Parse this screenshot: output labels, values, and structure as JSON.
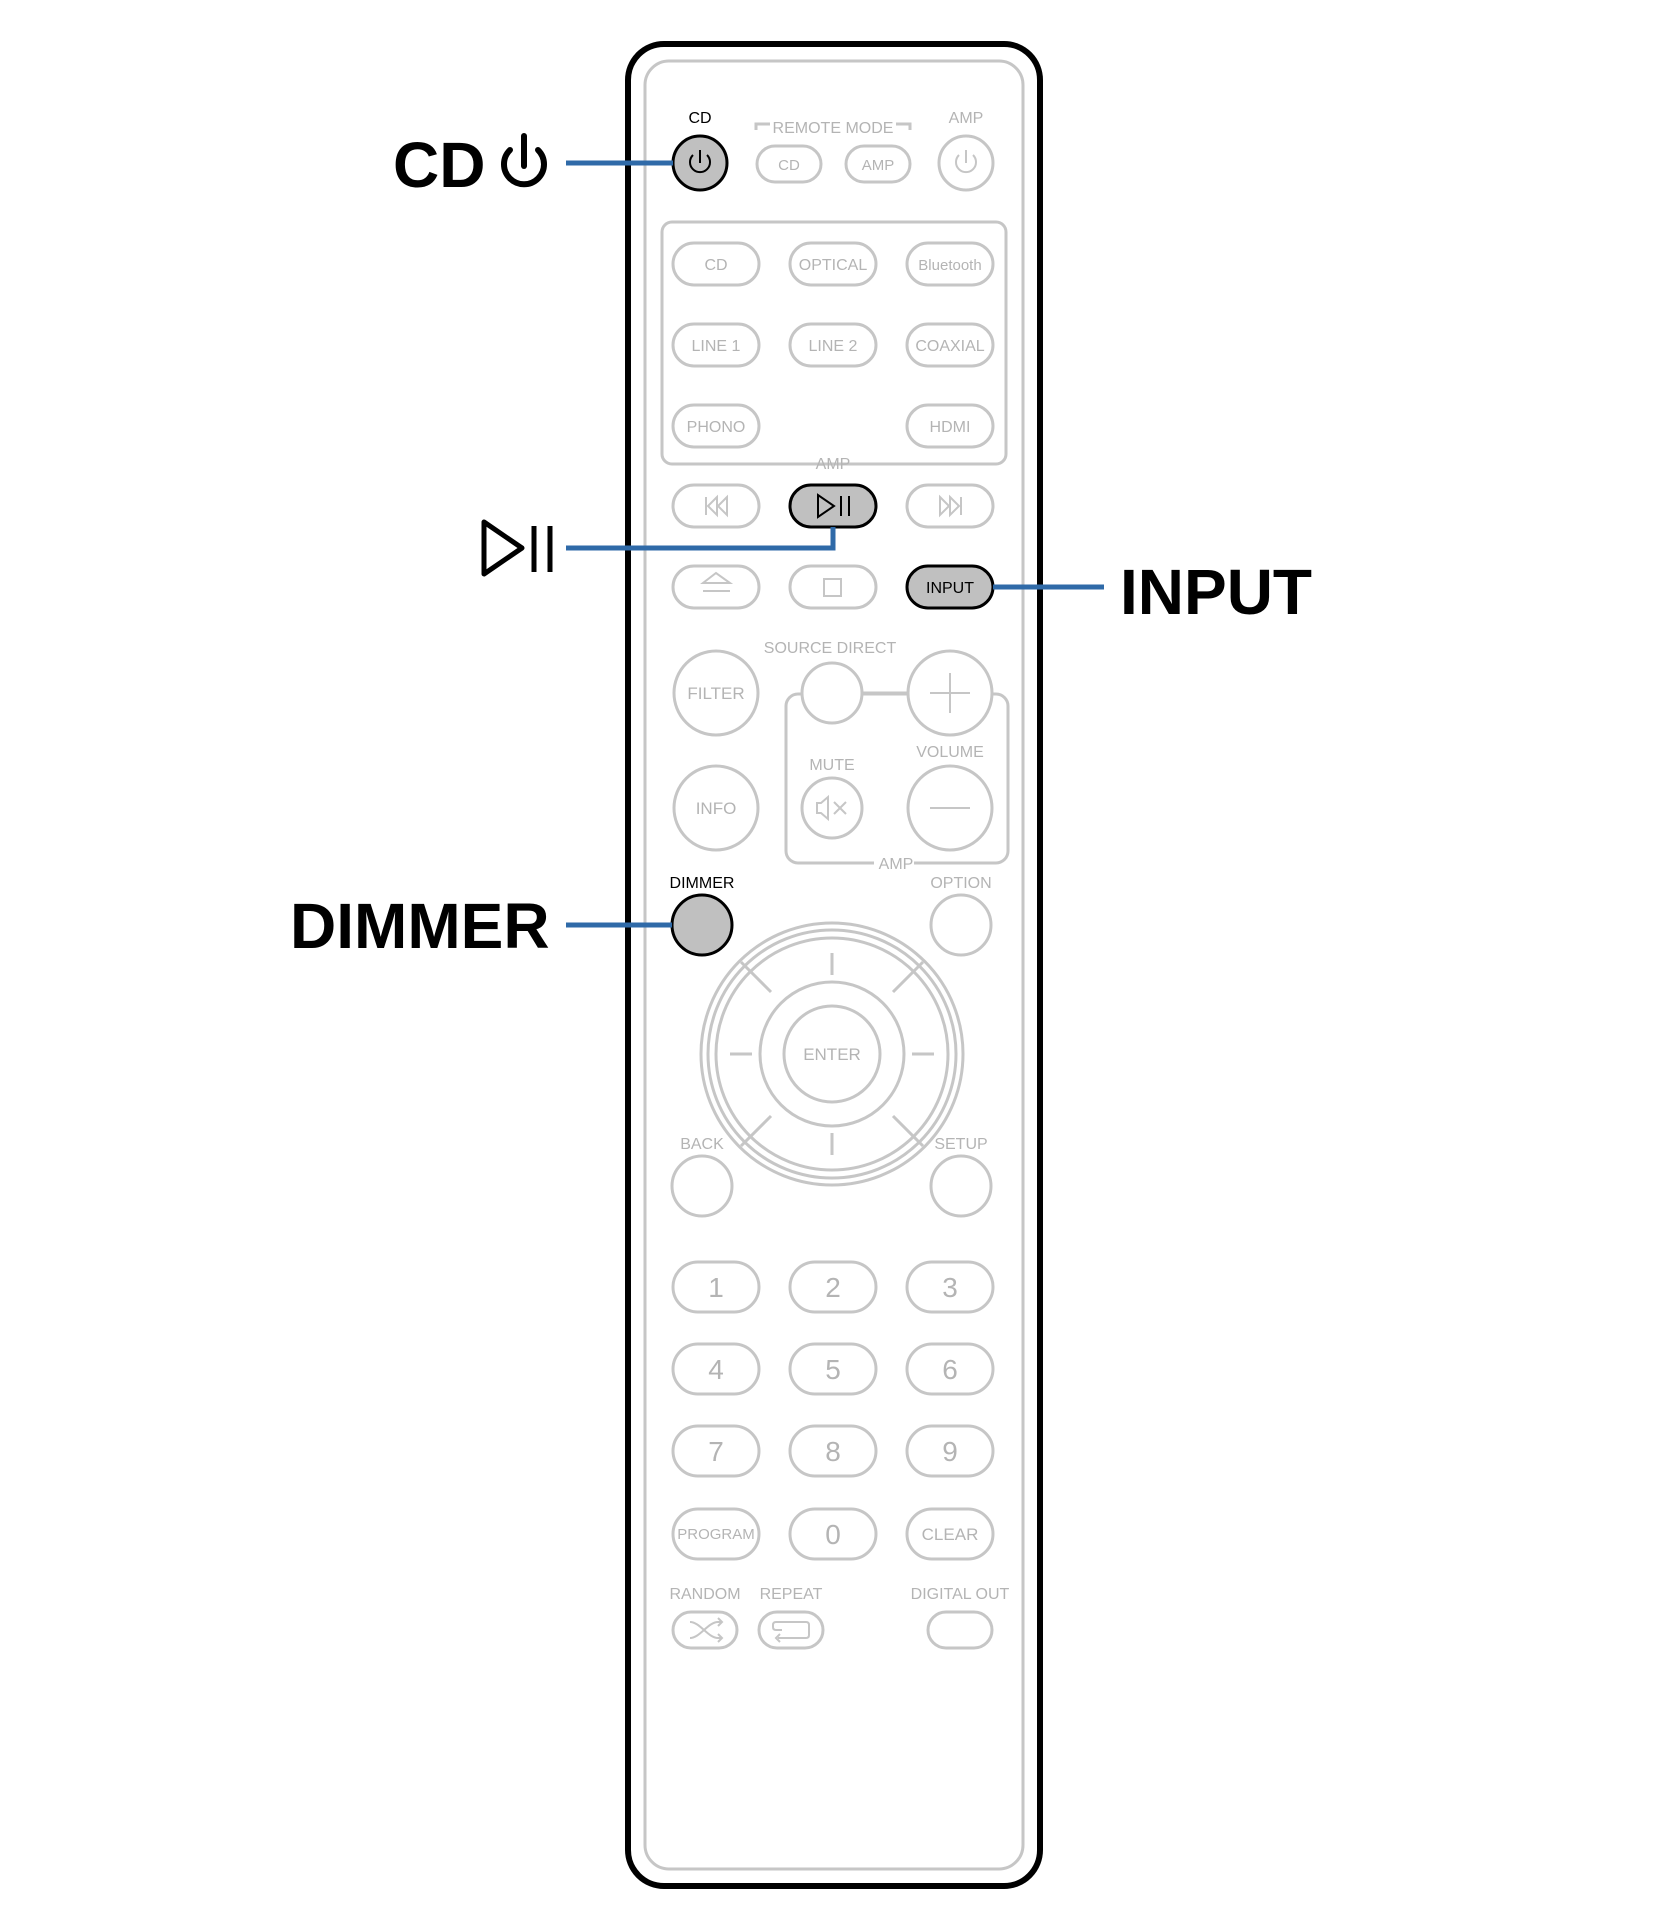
{
  "callouts": {
    "cd_power": "CD",
    "play_pause": "",
    "input": "INPUT",
    "dimmer": "DIMMER"
  },
  "remote": {
    "cd_label": "CD",
    "remote_mode_label": "REMOTE MODE",
    "remote_mode_cd": "CD",
    "remote_mode_amp": "AMP",
    "amp_label": "AMP",
    "sources": [
      "CD",
      "OPTICAL",
      "Bluetooth",
      "LINE 1",
      "LINE 2",
      "COAXIAL",
      "PHONO",
      "HDMI"
    ],
    "amp_section_label": "AMP",
    "input_label": "INPUT",
    "filter_label": "FILTER",
    "source_direct_label": "SOURCE DIRECT",
    "mute_label": "MUTE",
    "volume_label": "VOLUME",
    "info_label": "INFO",
    "amp_volume_label": "AMP",
    "dimmer_label": "DIMMER",
    "option_label": "OPTION",
    "enter_label": "ENTER",
    "back_label": "BACK",
    "setup_label": "SETUP",
    "numbers": [
      "1",
      "2",
      "3",
      "4",
      "5",
      "6",
      "7",
      "8",
      "9"
    ],
    "program_label": "PROGRAM",
    "zero_label": "0",
    "clear_label": "CLEAR",
    "random_label": "RANDOM",
    "repeat_label": "REPEAT",
    "digital_out_label": "DIGITAL OUT"
  },
  "colors": {
    "leader_line": "#2f6aa8",
    "highlight_fill": "#c0c0c0",
    "dim_stroke": "#c6c6c6",
    "dim_text": "#b4b4b4"
  },
  "icons": {
    "cd_power": "power-icon",
    "play_pause": "play-pause-icon"
  }
}
